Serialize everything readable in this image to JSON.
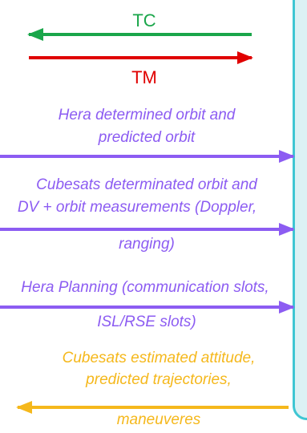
{
  "links": [
    {
      "id": "tc",
      "label": "TC",
      "color": "#1aa64a",
      "direction": "left"
    },
    {
      "id": "tm",
      "label": "TM",
      "color": "#e00000",
      "direction": "right"
    },
    {
      "id": "hera-orbit",
      "lines": [
        "Hera determined orbit and",
        "predicted orbit"
      ],
      "color": "#8c5cf2",
      "direction": "right"
    },
    {
      "id": "cubesats-orbit",
      "lines": [
        "Cubesats  determinated orbit and",
        "DV + orbit measurements (Doppler,",
        "ranging)"
      ],
      "color": "#8c5cf2",
      "direction": "right"
    },
    {
      "id": "hera-planning",
      "lines": [
        "Hera Planning (communication slots,",
        "ISL/RSE slots)"
      ],
      "color": "#8c5cf2",
      "direction": "right"
    },
    {
      "id": "cubesats-attitude",
      "lines": [
        "Cubesats estimated attitude,",
        "predicted  trajectories,",
        "maneuveres"
      ],
      "color": "#f5b81c",
      "direction": "left"
    }
  ],
  "panel": {
    "fill": "#dcf1f4",
    "border": "#3ec6d3"
  }
}
